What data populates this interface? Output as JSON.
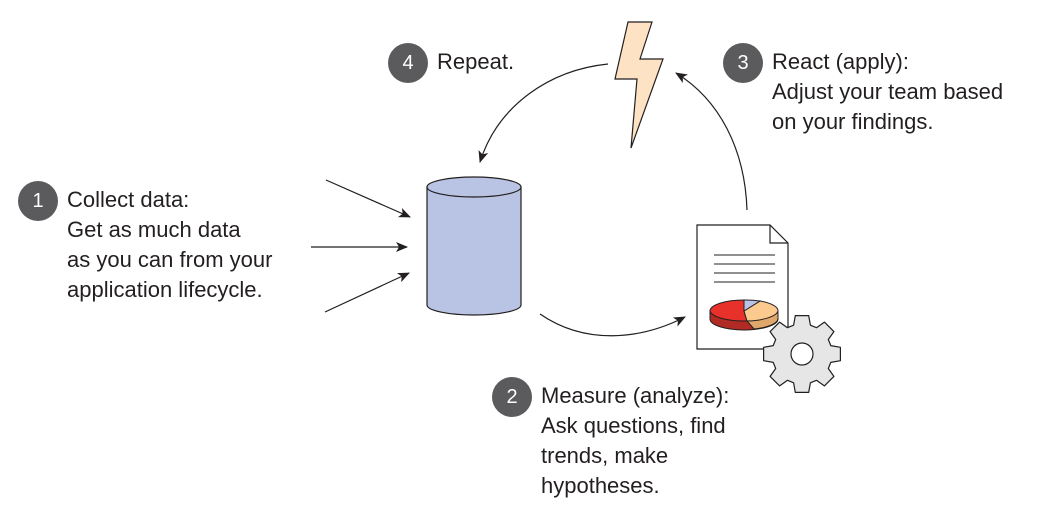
{
  "steps": [
    {
      "number": "1",
      "title": "Collect data:",
      "lines": [
        "Get as much data",
        "as you can from your",
        "application lifecycle."
      ]
    },
    {
      "number": "2",
      "title": "Measure (analyze):",
      "lines": [
        "Ask questions, find",
        "trends, make",
        "hypotheses."
      ]
    },
    {
      "number": "3",
      "title": "React (apply):",
      "lines": [
        "Adjust your team based",
        "on your findings."
      ]
    },
    {
      "number": "4",
      "title": "Repeat.",
      "lines": []
    }
  ],
  "icons": {
    "database": "database-cylinder-icon",
    "report": "report-document-icon",
    "pie_chart": "pie-chart-icon",
    "gear": "gear-icon",
    "lightning": "lightning-bolt-icon"
  },
  "colors": {
    "badge": "#5b5b5d",
    "database_fill": "#b9c3e3",
    "lightning_fill": "#fde2c4",
    "pie_red": "#e8312a",
    "pie_orange": "#fcc98f",
    "pie_blue": "#b9c3e3",
    "gear_fill": "#e6e6e6"
  }
}
